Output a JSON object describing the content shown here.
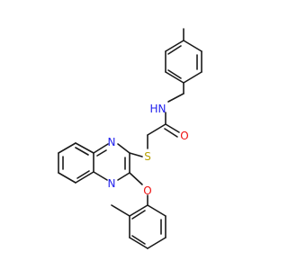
{
  "molecule": {
    "atoms": {
      "amide_n": {
        "text": "N",
        "color": "#2222ee"
      },
      "amide_h": {
        "text": "H",
        "color": "#2222ee"
      },
      "carbonyl_o": {
        "text": "O",
        "color": "#ee1111"
      },
      "thioether_s": {
        "text": "S",
        "color": "#b8a000"
      },
      "ring_n_top": {
        "text": "N",
        "color": "#2222ee"
      },
      "ring_n_bottom": {
        "text": "N",
        "color": "#2222ee"
      },
      "ether_o": {
        "text": "O",
        "color": "#ee1111"
      }
    },
    "bond_color": "#1a1a1a",
    "background": "#ffffff"
  }
}
